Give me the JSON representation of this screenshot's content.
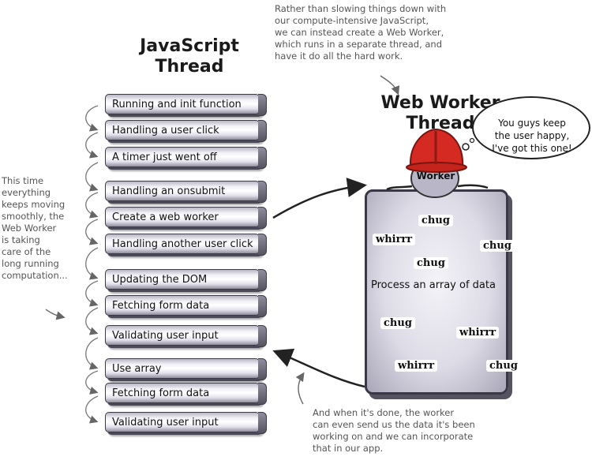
{
  "js_thread": {
    "title": "JavaScript\nThread",
    "tasks": [
      "Running and init function",
      "Handling a user click",
      "A timer just went off",
      "Handling an onsubmit",
      " Create a web worker",
      "Handling another user click",
      "Updating the DOM",
      "Fetching form data",
      "Validating user input",
      "Use array",
      "Fetching form data",
      "Validating user input"
    ]
  },
  "worker_thread": {
    "title": "Web Worker\nThread",
    "worker_label": "Worker",
    "process_label": "Process an array of data",
    "sounds": [
      "chug",
      "whirrr",
      "chug",
      "chug",
      "chug",
      "whirrr",
      "whirrr",
      "chug"
    ]
  },
  "speech_bubble": "You guys keep\nthe user happy,\nI've got this one!",
  "annotations": {
    "top_note": "Rather than slowing things down with\nour compute-intensive JavaScript,\nwe can instead create a Web Worker,\nwhich runs in a separate thread, and\nhave it do all the hard work.",
    "left_note": "This time\neverything\nkeeps moving\nsmoothly, the\nWeb Worker\nis taking\ncare of the\nlong running\ncomputation...",
    "bottom_note": "And when it's done, the worker\ncan even send us the data it's been\nworking on and we can incorporate\nthat in our app."
  },
  "colors": {
    "helmet": "#d42a22",
    "worker_head": "#b9b7c7",
    "ink": "#222222"
  }
}
